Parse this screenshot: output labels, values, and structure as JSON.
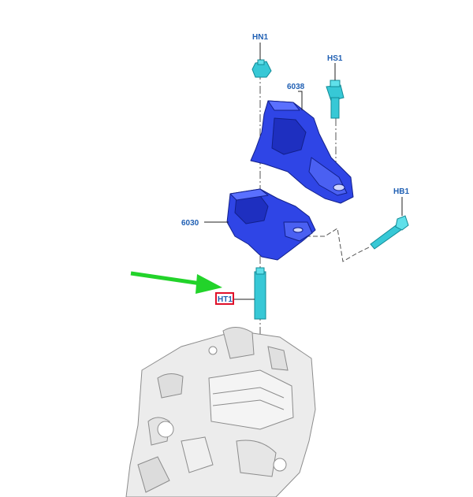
{
  "labels": {
    "hn1": "HN1",
    "hs1": "HS1",
    "p6038": "6038",
    "p6030": "6030",
    "hb1": "HB1",
    "ht1": "HT1"
  },
  "colors": {
    "label_text": "#1f5fb3",
    "bracket_blue": "#2b3fe0",
    "fastener_teal": "#37c8d6",
    "arrow_green": "#22d32a",
    "highlight_red": "#e0102a",
    "engine_gray": "#9a9a9a"
  },
  "icons": {
    "pointer": "green-arrow-icon",
    "engine": "engine-drawing"
  }
}
